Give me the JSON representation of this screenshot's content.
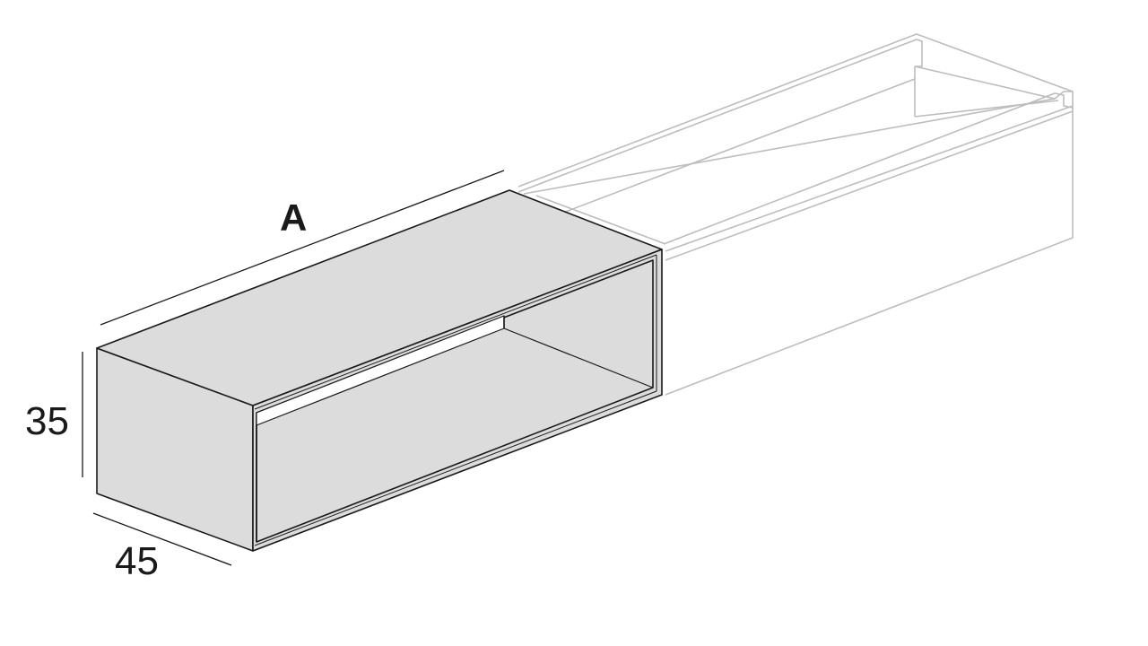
{
  "labels": {
    "width": "A",
    "height": "35",
    "depth": "45"
  },
  "colors": {
    "panel_fill": "#dcdcdc",
    "outline": "#1a1a1a",
    "ghost_outline": "#b8b8b8"
  }
}
